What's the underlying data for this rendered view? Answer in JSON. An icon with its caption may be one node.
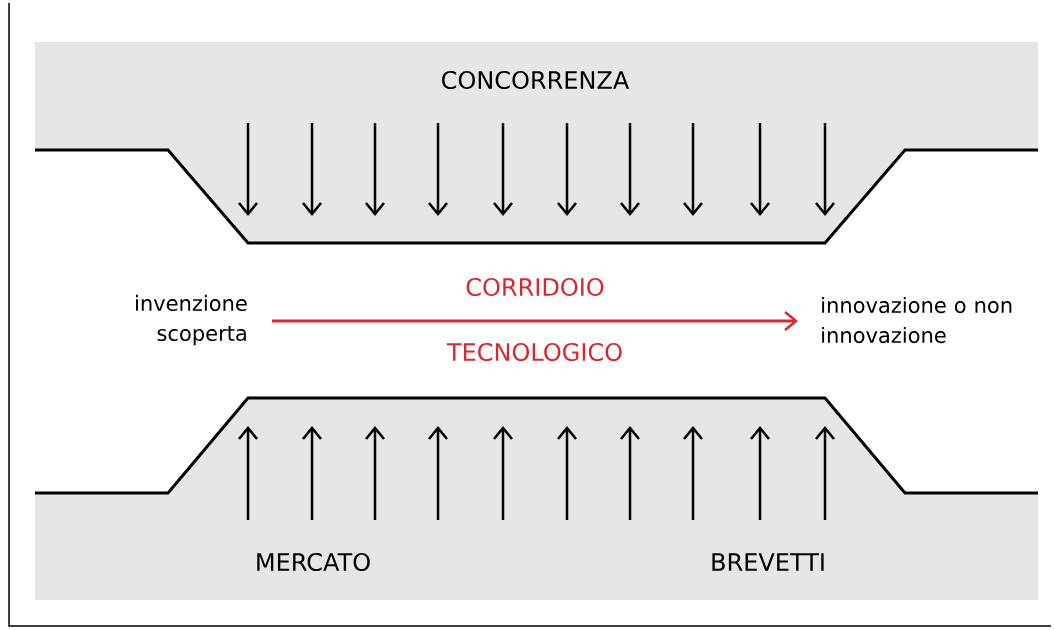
{
  "diagram": {
    "nodes": [
      {
        "text": [
          "CONCORRENZA"
        ]
      },
      {
        "text": [
          "invenzione scoperta"
        ]
      },
      {
        "text": [
          "innovazione o non innovazione"
        ]
      },
      {
        "text": [
          "MERCATO",
          "BREVETTI"
        ]
      }
    ],
    "edges": [
      {
        "from": 1,
        "to": 2,
        "arrow": "to",
        "color": "#d7282f"
      }
    ],
    "labels": [
      "CORRIDOIO",
      "TECNOLOGICO"
    ]
  }
}
